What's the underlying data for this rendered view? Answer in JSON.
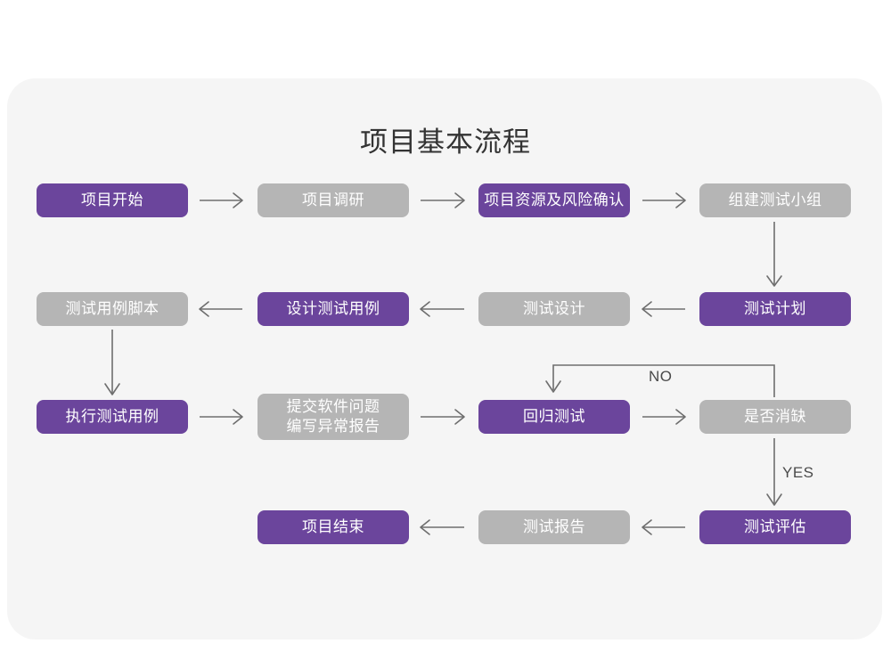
{
  "page": {
    "title": "项目基本流程",
    "background_color": "#ffffff",
    "panel_color": "#f5f5f5"
  },
  "colors": {
    "purple": "#6b459c",
    "gray": "#b5b5b5",
    "arrow": "#6e6e6e",
    "title_text": "#333333",
    "node_text": "#ffffff",
    "label_text": "#4a4a4a"
  },
  "chart_data": {
    "type": "diagram",
    "diagram_kind": "flowchart",
    "title": "项目基本流程",
    "orientation": "boustrophedon (serpentine) left-right then right-left",
    "nodes": [
      {
        "id": "n1",
        "label": "项目开始",
        "style": "purple",
        "row": 1,
        "col": 1
      },
      {
        "id": "n2",
        "label": "项目调研",
        "style": "gray",
        "row": 1,
        "col": 2
      },
      {
        "id": "n3",
        "label": "项目资源及风险确认",
        "style": "purple",
        "row": 1,
        "col": 3
      },
      {
        "id": "n4",
        "label": "组建测试小组",
        "style": "gray",
        "row": 1,
        "col": 4
      },
      {
        "id": "n5",
        "label": "测试计划",
        "style": "purple",
        "row": 2,
        "col": 4
      },
      {
        "id": "n6",
        "label": "测试设计",
        "style": "gray",
        "row": 2,
        "col": 3
      },
      {
        "id": "n7",
        "label": "设计测试用例",
        "style": "purple",
        "row": 2,
        "col": 2
      },
      {
        "id": "n8",
        "label": "测试用例脚本",
        "style": "gray",
        "row": 2,
        "col": 1
      },
      {
        "id": "n9",
        "label": "执行测试用例",
        "style": "purple",
        "row": 3,
        "col": 1
      },
      {
        "id": "n10",
        "label": "提交软件问题\n编写异常报告",
        "style": "gray",
        "row": 3,
        "col": 2
      },
      {
        "id": "n11",
        "label": "回归测试",
        "style": "purple",
        "row": 3,
        "col": 3
      },
      {
        "id": "n12",
        "label": "是否消缺",
        "style": "gray",
        "row": 3,
        "col": 4
      },
      {
        "id": "n13",
        "label": "测试评估",
        "style": "purple",
        "row": 4,
        "col": 4
      },
      {
        "id": "n14",
        "label": "测试报告",
        "style": "gray",
        "row": 4,
        "col": 3
      },
      {
        "id": "n15",
        "label": "项目结束",
        "style": "purple",
        "row": 4,
        "col": 2
      }
    ],
    "edges": [
      {
        "from": "n1",
        "to": "n2",
        "label": "",
        "direction": "right"
      },
      {
        "from": "n2",
        "to": "n3",
        "label": "",
        "direction": "right"
      },
      {
        "from": "n3",
        "to": "n4",
        "label": "",
        "direction": "right"
      },
      {
        "from": "n4",
        "to": "n5",
        "label": "",
        "direction": "down"
      },
      {
        "from": "n5",
        "to": "n6",
        "label": "",
        "direction": "left"
      },
      {
        "from": "n6",
        "to": "n7",
        "label": "",
        "direction": "left"
      },
      {
        "from": "n7",
        "to": "n8",
        "label": "",
        "direction": "left"
      },
      {
        "from": "n8",
        "to": "n9",
        "label": "",
        "direction": "down"
      },
      {
        "from": "n9",
        "to": "n10",
        "label": "",
        "direction": "right"
      },
      {
        "from": "n10",
        "to": "n11",
        "label": "",
        "direction": "right"
      },
      {
        "from": "n11",
        "to": "n12",
        "label": "",
        "direction": "right"
      },
      {
        "from": "n12",
        "to": "n11",
        "label": "NO",
        "direction": "loop-up-left-down"
      },
      {
        "from": "n12",
        "to": "n13",
        "label": "YES",
        "direction": "down"
      },
      {
        "from": "n13",
        "to": "n14",
        "label": "",
        "direction": "left"
      },
      {
        "from": "n14",
        "to": "n15",
        "label": "",
        "direction": "left"
      }
    ],
    "edge_labels": [
      {
        "id": "no-label",
        "text": "NO"
      },
      {
        "id": "yes-label",
        "text": "YES"
      }
    ]
  }
}
